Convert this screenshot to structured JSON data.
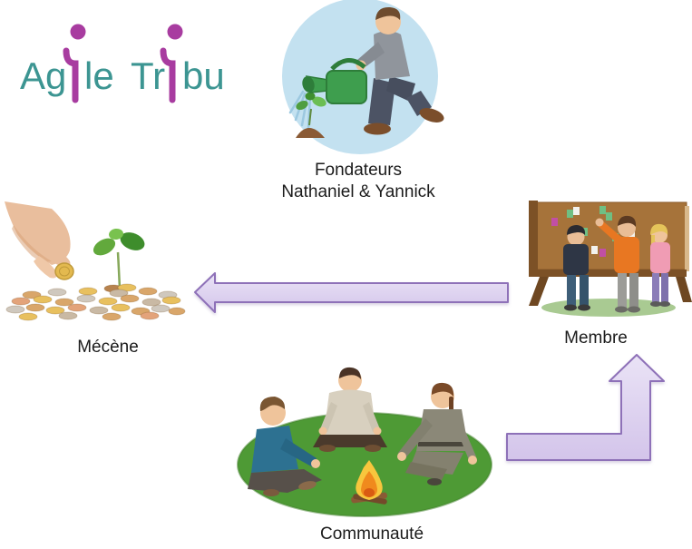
{
  "logo": {
    "full_name": "Agile Tribu",
    "word1_prefix": "Ag",
    "word1_suffix": "le",
    "word2_prefix": "Tr",
    "word2_suffix": "bu",
    "teal_color": "#3C9592",
    "magenta_color": "#A83CA0"
  },
  "nodes": {
    "fondateurs": {
      "title": "Fondateurs",
      "subtitle": "Nathaniel & Yannick",
      "illustration": "man-watering-seedling-in-blue-circle"
    },
    "mecene": {
      "label": "Mécène",
      "illustration": "hand-dropping-coin-onto-coin-pile-with-seedling"
    },
    "membre": {
      "label": "Membre",
      "illustration": "three-people-at-sticky-note-board"
    },
    "communaute": {
      "label": "Communauté",
      "illustration": "three-people-sitting-around-campfire-on-grass"
    }
  },
  "arrows": {
    "membre_to_mecene": {
      "direction": "left",
      "fill_top": "#EAE3F6",
      "fill_bottom": "#D3C4EA",
      "border": "#8E71B8"
    },
    "communaute_to_membre": {
      "direction": "up",
      "fill_top": "#EAE3F6",
      "fill_bottom": "#D3C4EA",
      "border": "#8E71B8"
    }
  }
}
